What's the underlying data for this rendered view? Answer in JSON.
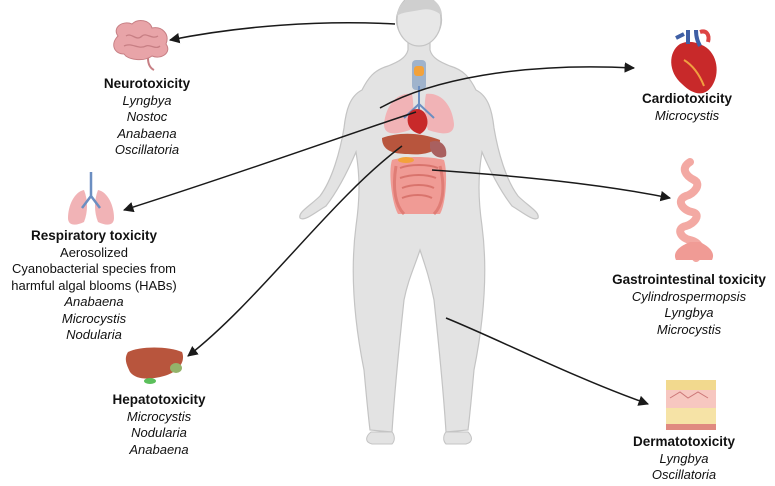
{
  "colors": {
    "arrow": "#1a1a1a",
    "body_fill": "#e3e3e3",
    "body_stroke": "#c4c4c4",
    "brain": "#e8a4a8",
    "lung": "#f1b3b6",
    "heart": "#c8292a",
    "liver": "#b8553d",
    "intestine": "#f09b95",
    "skin": "#f2d98e"
  },
  "groups": [
    {
      "key": "neuro",
      "organ_icon": "brain-icon",
      "title": "Neurotoxicity",
      "plain": [],
      "species": [
        "Lyngbya",
        "Nostoc",
        "Anabaena",
        "Oscillatoria"
      ]
    },
    {
      "key": "resp",
      "organ_icon": "lungs-icon",
      "title": "Respiratory toxicity",
      "plain": [
        "Aerosolized",
        "Cyanobacterial species from",
        "harmful algal blooms (HABs)"
      ],
      "species": [
        "Anabaena",
        "Microcystis",
        "Nodularia"
      ]
    },
    {
      "key": "hep",
      "organ_icon": "liver-icon",
      "title": "Hepatotoxicity",
      "plain": [],
      "species": [
        "Microcystis",
        "Nodularia",
        "Anabaena"
      ]
    },
    {
      "key": "cardio",
      "organ_icon": "heart-icon",
      "title": "Cardiotoxicity",
      "plain": [],
      "species": [
        "Microcystis"
      ]
    },
    {
      "key": "gi",
      "organ_icon": "intestine-icon",
      "title": "Gastrointestinal toxicity",
      "plain": [],
      "species": [
        "Cylindrospermopsis",
        "Lyngbya",
        "Microcystis"
      ]
    },
    {
      "key": "derm",
      "organ_icon": "skin-icon",
      "title": "Dermatotoxicity",
      "plain": [],
      "species": [
        "Lyngbya",
        "Oscillatoria"
      ]
    }
  ]
}
